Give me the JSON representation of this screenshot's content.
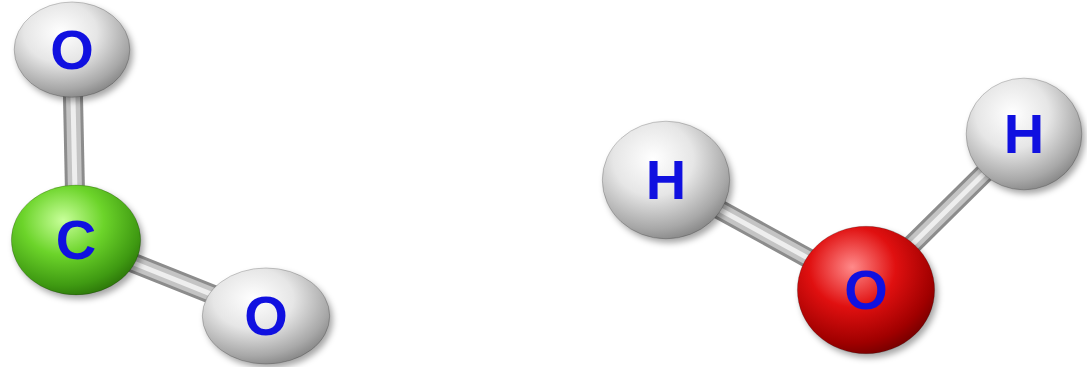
{
  "diagram": {
    "nodes": [
      {
        "text": [
          "O"
        ]
      },
      {
        "text": [
          "C"
        ]
      },
      {
        "text": [
          "O"
        ]
      },
      {
        "text": [
          "H"
        ]
      },
      {
        "text": [
          "O"
        ]
      },
      {
        "text": [
          "H"
        ]
      }
    ],
    "edges": [
      {
        "from": 0,
        "to": 1,
        "arrow": "none"
      },
      {
        "from": 1,
        "to": 2,
        "arrow": "none"
      },
      {
        "from": 3,
        "to": 4,
        "arrow": "none"
      },
      {
        "from": 4,
        "to": 5,
        "arrow": "none"
      }
    ]
  }
}
